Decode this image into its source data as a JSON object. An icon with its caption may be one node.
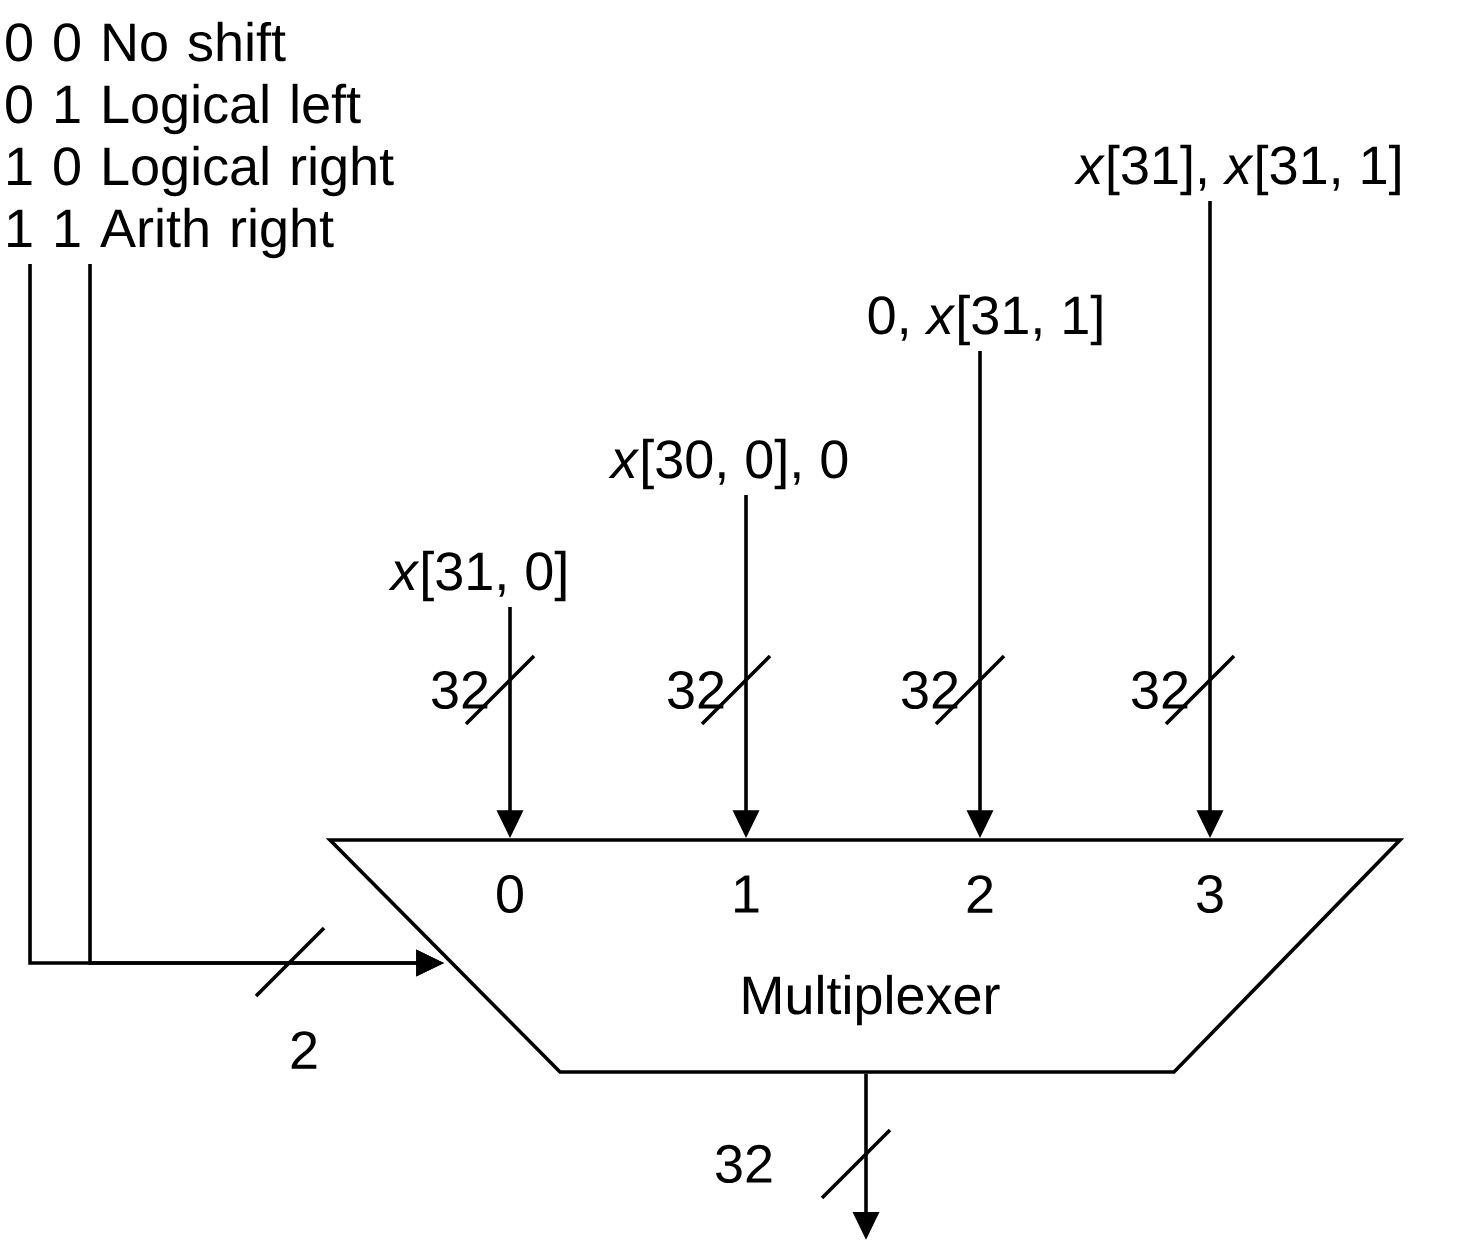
{
  "diagram": {
    "nodes": [
      {
        "text": [
          "0",
          "1",
          "2",
          "3",
          "Multiplexer"
        ]
      },
      {
        "text": [
          "*x*[31, 0]"
        ]
      },
      {
        "text": [
          "*x*[30, 0], 0"
        ]
      },
      {
        "text": [
          "0, *x*[31, 1]"
        ]
      },
      {
        "text": [
          "*x*[31], *x*[31, 1]"
        ]
      },
      {
        "text": [
          "0 0  No shift",
          "0 1  Logical left",
          "1 0  Logical right",
          "1 1  Arith right"
        ]
      }
    ],
    "edges": [
      {
        "from": 1,
        "to": 0,
        "arrow": "to",
        "label": "32"
      },
      {
        "from": 2,
        "to": 0,
        "arrow": "to",
        "label": "32"
      },
      {
        "from": 3,
        "to": 0,
        "arrow": "to",
        "label": "32"
      },
      {
        "from": 4,
        "to": 0,
        "arrow": "to",
        "label": "32"
      },
      {
        "from": 5,
        "to": 0,
        "arrow": "to",
        "label": "2"
      },
      {
        "from": 5,
        "to": 0,
        "arrow": "to"
      },
      {
        "from": 0,
        "to": null,
        "arrow": "to",
        "label": "32"
      }
    ]
  }
}
